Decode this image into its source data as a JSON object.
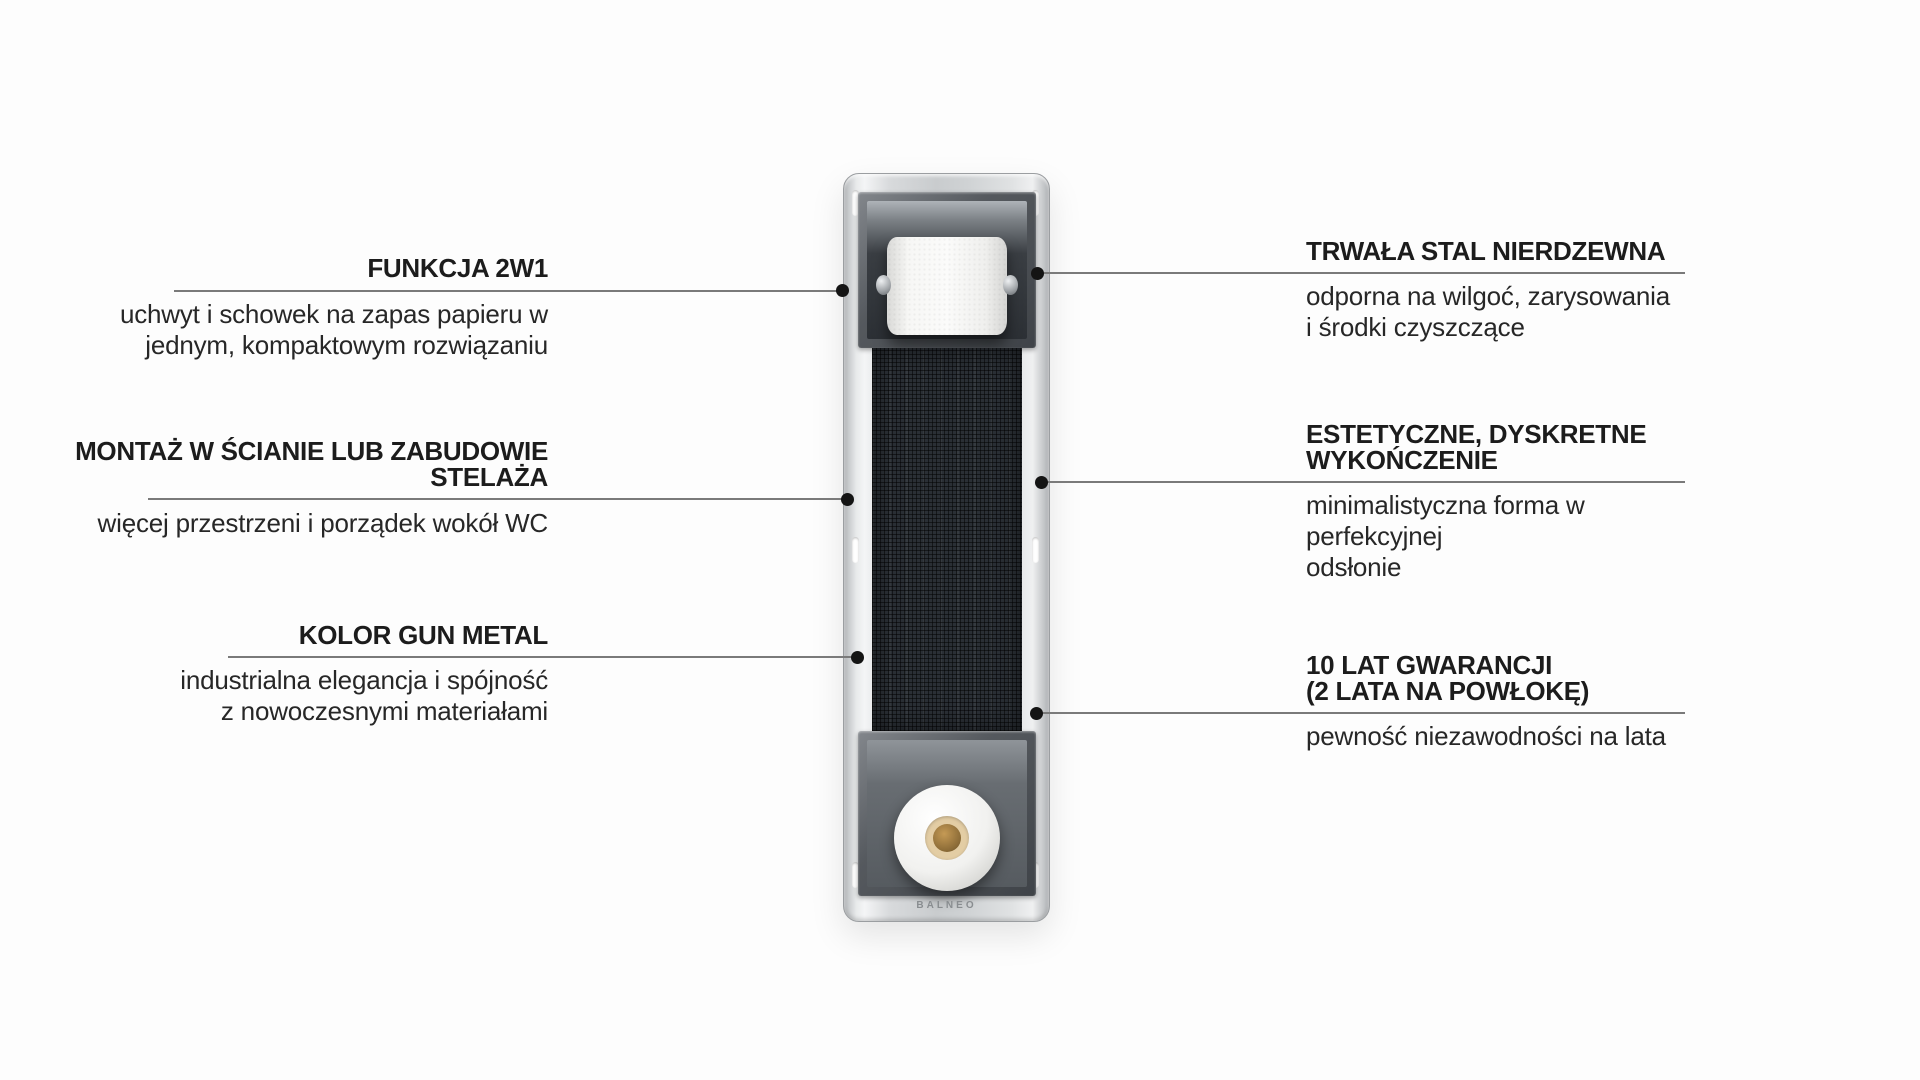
{
  "colors": {
    "text": "#1c1c1c",
    "rule": "#7a7a7a",
    "dot": "#141414",
    "panel": "#2a2f35",
    "gold": "#c59a55"
  },
  "product": {
    "brand_mark": "BALNEO"
  },
  "callouts": {
    "left": [
      {
        "title": "FUNKCJA 2W1",
        "body": "uchwyt i schowek na zapas papieru w\njednym, kompaktowym rozwiązaniu"
      },
      {
        "title": "MONTAŻ W ŚCIANIE LUB ZABUDOWIE\nSTELAŻA",
        "body": "więcej przestrzeni i porządek wokół WC"
      },
      {
        "title": "KOLOR GUN METAL",
        "body": "industrialna elegancja i spójność\nz nowoczesnymi materiałami"
      }
    ],
    "right": [
      {
        "title": "TRWAŁA STAL NIERDZEWNA",
        "body": "odporna na wilgoć, zarysowania\ni środki czyszczące"
      },
      {
        "title": "ESTETYCZNE, DYSKRETNE\nWYKOŃCZENIE",
        "body": "minimalistyczna forma w perfekcyjnej\nodsłonie"
      },
      {
        "title": "10 LAT GWARANCJI\n(2 LATA NA POWŁOKĘ)",
        "body": "pewność niezawodności na lata"
      }
    ]
  }
}
